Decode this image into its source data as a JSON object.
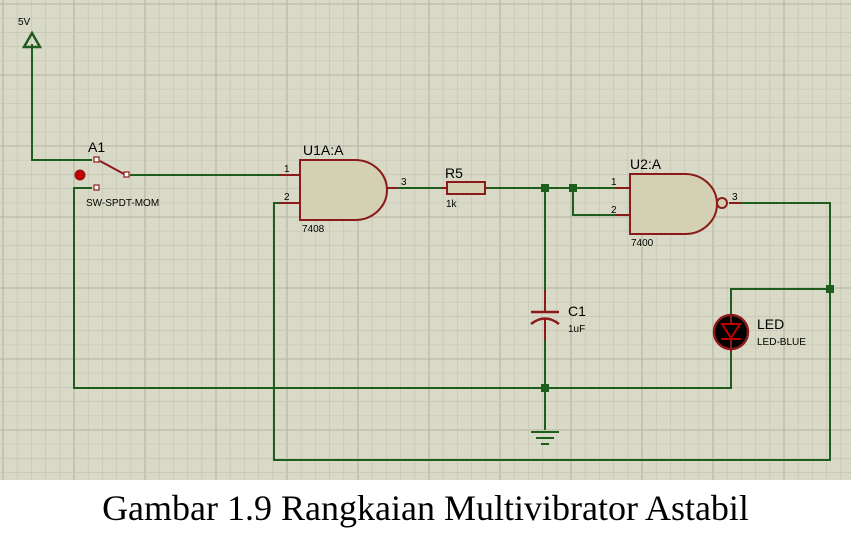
{
  "colors": {
    "grid_bg": "#d9d9c8",
    "grid_minor": "#c6c6b3",
    "grid_major": "#b4b4a0",
    "wire": "#1f5d1f",
    "component": "#8b1a1a",
    "gate_fill": "#d4d0b4",
    "junction": "#1f5d1f",
    "led_fill": "#000000"
  },
  "power": {
    "label": "5V"
  },
  "switch": {
    "ref": "A1",
    "part": "SW-SPDT-MOM"
  },
  "gate1": {
    "ref": "U1A:A",
    "part": "7408",
    "pin_in1": "1",
    "pin_in2": "2",
    "pin_out": "3"
  },
  "resistor": {
    "ref": "R5",
    "value": "1k"
  },
  "gate2": {
    "ref": "U2:A",
    "part": "7400",
    "pin_in1": "1",
    "pin_in2": "2",
    "pin_out": "3"
  },
  "capacitor": {
    "ref": "C1",
    "value": "1uF"
  },
  "led": {
    "ref": "LED",
    "part": "LED-BLUE"
  },
  "caption": "Gambar 1.9  Rangkaian Multivibrator Astabil"
}
